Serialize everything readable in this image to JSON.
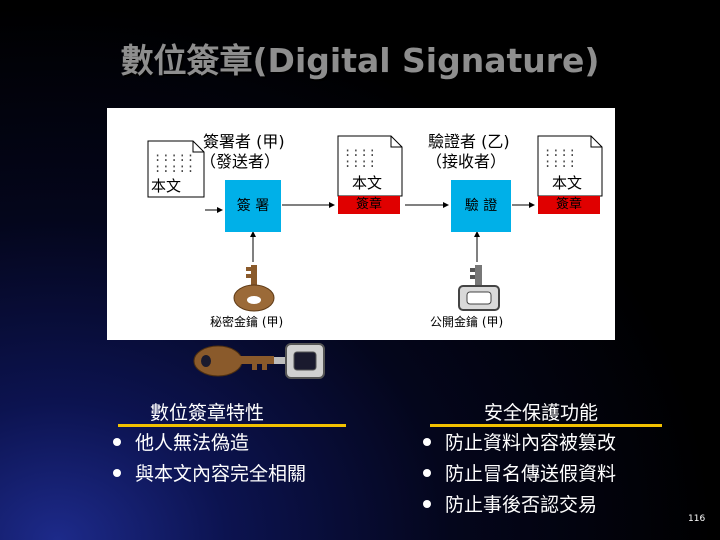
{
  "title": "數位簽章(Digital Signature)",
  "signer": {
    "role_line1": "簽署者 (甲)",
    "role_line2": "（發送者）",
    "doc_label": "本文",
    "action_label": "簽 署",
    "signed_doc_label": "本文",
    "signature_label": "簽章",
    "key_label": "秘密金鑰 (甲)"
  },
  "verifier": {
    "role_line1": "驗證者 (乙)",
    "role_line2": "（接收者）",
    "action_label": "驗 證",
    "doc_label": "本文",
    "signature_label": "簽章",
    "key_label": "公開金鑰 (甲)"
  },
  "features": {
    "title": "數位簽章特性",
    "items": [
      "他人無法偽造",
      "與本文內容完全相關"
    ]
  },
  "security": {
    "title": "安全保護功能",
    "items": [
      "防止資料內容被篡改",
      "防止冒名傳送假資料",
      "防止事後否認交易"
    ]
  },
  "page_number": "116",
  "colors": {
    "title": "#8e8e8e",
    "process_box": "#00b0e8",
    "signature_box": "#e00000",
    "underline": "#f2c100"
  }
}
